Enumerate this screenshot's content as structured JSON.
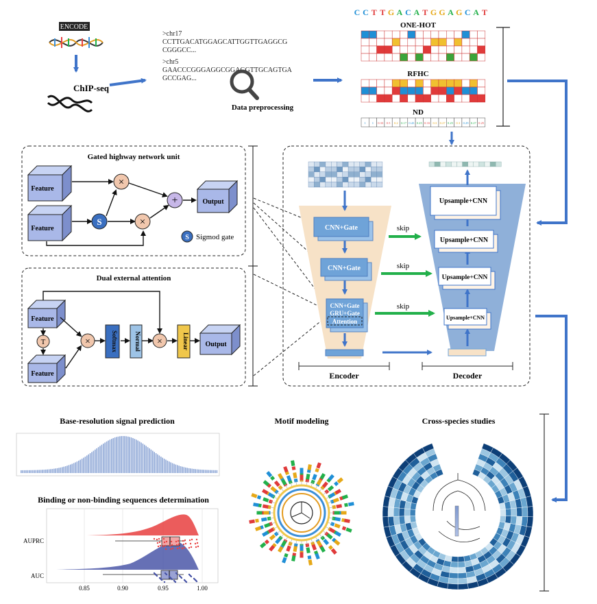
{
  "encode_logo": "ENCODE",
  "chipseq_label": "ChIP-seq",
  "fasta": {
    "h1": ">chr17",
    "s1a": "CCTTGACATGGAGCATTGGTTGAGGCG",
    "s1b": "CGGGCC...",
    "h2": ">chr5",
    "s2a": "GAACCCGGGAGGCGGAGGTTGCAGTGA",
    "s2b": "GCCGAG..."
  },
  "preprocess_label": "Data preprocessing",
  "dna_sequence": [
    "C",
    "C",
    "T",
    "T",
    "G",
    "A",
    "C",
    "A",
    "T",
    "G",
    "G",
    "A",
    "G",
    "C",
    "A",
    "T"
  ],
  "encodings": {
    "onehot": "ONE-HOT",
    "rfhc": "RFHC",
    "nd": "ND"
  },
  "nd_values": [
    "1",
    "1",
    "0.33",
    "0.5",
    "0.2",
    "0.17",
    "0.43",
    "0.25",
    "0.33",
    "0.3",
    "0.27",
    "0.25",
    "0.3",
    "0.29",
    "0.27",
    "0.25"
  ],
  "highway": {
    "title": "Gated highway network unit",
    "feature_top": "Feature",
    "feature_bottom": "Feature",
    "output": "Output",
    "sigmoid_legend": "Sigmod gate",
    "times_symbol": "×",
    "plus_symbol": "+",
    "sigmoid_symbol": "S"
  },
  "dual": {
    "title": "Dual external attention",
    "feature_top": "Feature",
    "feature_bottom": "Feature",
    "transpose": "T",
    "softmax": "Softmax",
    "normal": "Normal",
    "linear": "Linear",
    "output": "Output"
  },
  "encoder": {
    "label": "Encoder",
    "block1": "CNN+Gate",
    "block2": "CNN+Gate",
    "block3_l1": "CNN+Gate",
    "block3_l2": "GRU+Gate",
    "block3_l3": "Attention"
  },
  "decoder": {
    "label": "Decoder",
    "block1": "Upsample+CNN",
    "block2": "Upsample+CNN",
    "block3": "Upsample+CNN",
    "block4": "Upsample+CNN"
  },
  "skip_label": "skip",
  "panels": {
    "signal_title": "Base-resolution signal prediction",
    "binding_title": "Binding or non-binding sequences determination",
    "motif_title": "Motif modeling",
    "cross_title": "Cross-species studies"
  },
  "raincloud": {
    "metrics": [
      "AUPRC",
      "AUC"
    ],
    "ticks": [
      "0.85",
      "0.90",
      "0.95",
      "1.00"
    ],
    "colors": {
      "auprc": "#e84040",
      "auc": "#4b57a8"
    }
  },
  "colors": {
    "arrow_blue": "#3f74c9",
    "skip_green": "#22b04a",
    "block_blue": "#6fa3d8",
    "box_face": "#a9b8e8",
    "enc_bg": "#f7e2c7",
    "dec_bg": "#8fb0d9",
    "softmax": "#3a6fc0",
    "normal": "#9dc3e6",
    "linear": "#f0c74b"
  }
}
